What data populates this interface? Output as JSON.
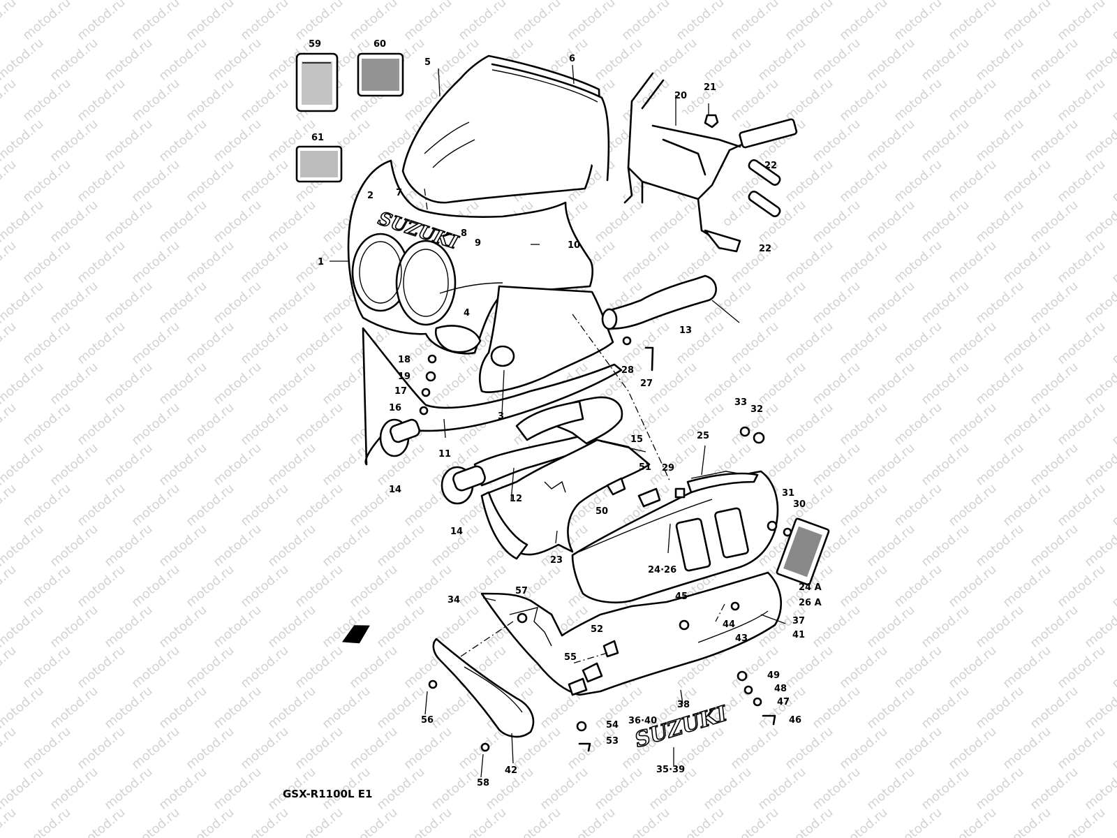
{
  "watermark": "motod.ru",
  "model_code": "GSX-R1100L  E1",
  "logos": {
    "upper_fairing": "SUZUKI",
    "under_cowl": "SUZUKI"
  },
  "parts": [
    {
      "id": "p1",
      "label": "1"
    },
    {
      "id": "p2",
      "label": "2"
    },
    {
      "id": "p3",
      "label": "3"
    },
    {
      "id": "p4",
      "label": "4"
    },
    {
      "id": "p5",
      "label": "5"
    },
    {
      "id": "p6",
      "label": "6"
    },
    {
      "id": "p7",
      "label": "7"
    },
    {
      "id": "p8",
      "label": "8"
    },
    {
      "id": "p9",
      "label": "9"
    },
    {
      "id": "p10",
      "label": "10"
    },
    {
      "id": "p11",
      "label": "11"
    },
    {
      "id": "p12",
      "label": "12"
    },
    {
      "id": "p13",
      "label": "13"
    },
    {
      "id": "p14a",
      "label": "14"
    },
    {
      "id": "p14b",
      "label": "14"
    },
    {
      "id": "p15",
      "label": "15"
    },
    {
      "id": "p16",
      "label": "16"
    },
    {
      "id": "p17",
      "label": "17"
    },
    {
      "id": "p18",
      "label": "18"
    },
    {
      "id": "p19",
      "label": "19"
    },
    {
      "id": "p20",
      "label": "20"
    },
    {
      "id": "p21",
      "label": "21"
    },
    {
      "id": "p22a",
      "label": "22"
    },
    {
      "id": "p22b",
      "label": "22"
    },
    {
      "id": "p23",
      "label": "23"
    },
    {
      "id": "p24_26",
      "label": "24·26"
    },
    {
      "id": "p24a",
      "label": "24 A"
    },
    {
      "id": "p26a",
      "label": "26 A"
    },
    {
      "id": "p25",
      "label": "25"
    },
    {
      "id": "p27",
      "label": "27"
    },
    {
      "id": "p28",
      "label": "28"
    },
    {
      "id": "p29",
      "label": "29"
    },
    {
      "id": "p30",
      "label": "30"
    },
    {
      "id": "p31",
      "label": "31"
    },
    {
      "id": "p32",
      "label": "32"
    },
    {
      "id": "p33",
      "label": "33"
    },
    {
      "id": "p34",
      "label": "34"
    },
    {
      "id": "p35_39",
      "label": "35·39"
    },
    {
      "id": "p36_40",
      "label": "36·40"
    },
    {
      "id": "p37",
      "label": "37"
    },
    {
      "id": "p41",
      "label": "41"
    },
    {
      "id": "p38",
      "label": "38"
    },
    {
      "id": "p42",
      "label": "42"
    },
    {
      "id": "p43",
      "label": "43"
    },
    {
      "id": "p44",
      "label": "44"
    },
    {
      "id": "p45",
      "label": "45"
    },
    {
      "id": "p46",
      "label": "46"
    },
    {
      "id": "p47",
      "label": "47"
    },
    {
      "id": "p48",
      "label": "48"
    },
    {
      "id": "p49",
      "label": "49"
    },
    {
      "id": "p50",
      "label": "50"
    },
    {
      "id": "p51",
      "label": "51"
    },
    {
      "id": "p52",
      "label": "52"
    },
    {
      "id": "p53",
      "label": "53"
    },
    {
      "id": "p54",
      "label": "54"
    },
    {
      "id": "p55",
      "label": "55"
    },
    {
      "id": "p56",
      "label": "56"
    },
    {
      "id": "p57",
      "label": "57"
    },
    {
      "id": "p58",
      "label": "58"
    },
    {
      "id": "p59",
      "label": "59"
    },
    {
      "id": "p60",
      "label": "60"
    },
    {
      "id": "p61",
      "label": "61"
    }
  ]
}
